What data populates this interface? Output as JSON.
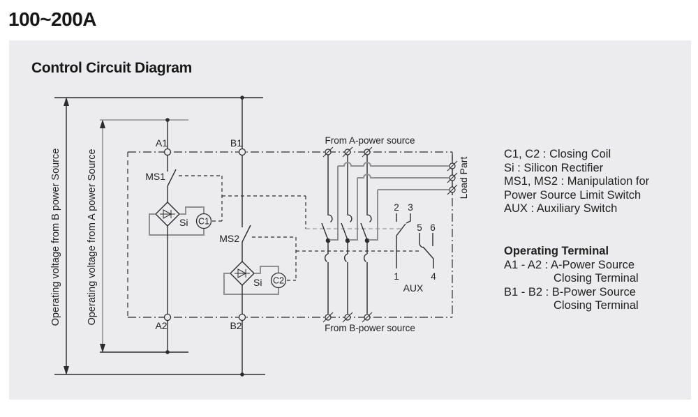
{
  "page": {
    "title": "100~200A"
  },
  "panel": {
    "heading": "Control Circuit Diagram"
  },
  "diagram": {
    "labels": {
      "a1": "A1",
      "b1": "B1",
      "a2": "A2",
      "b2": "B2",
      "ms1": "MS1",
      "ms2": "MS2",
      "si1": "Si",
      "si2": "Si",
      "c1": "C1",
      "c2": "C2",
      "from_a": "From A-power source",
      "from_b": "From B-power source",
      "load_part": "Load Part",
      "aux": "AUX",
      "aux_t1": "1",
      "aux_t2": "2",
      "aux_t3": "3",
      "aux_t4": "4",
      "aux_t5": "5",
      "aux_t6": "6",
      "op_voltage_b": "Operating voltage from B power Source",
      "op_voltage_a": "Operating voltage from A power Source"
    },
    "colors": {
      "panel_bg": "#ececee",
      "line": "#2b2b2b",
      "gray_line": "#8f8f8f"
    }
  },
  "legend": {
    "items": [
      "C1, C2 : Closing Coil",
      "Si : Silicon Rectifier",
      "MS1, MS2 : Manipulation for",
      "Power Source Limit Switch",
      "AUX : Auxiliary Switch"
    ],
    "operating_terminal": {
      "heading": "Operating Terminal",
      "line0": "A1 - A2 : A-Power Source",
      "line1": "Closing Terminal",
      "line2": "B1 - B2 : B-Power Source",
      "line3": "Closing Terminal"
    }
  }
}
